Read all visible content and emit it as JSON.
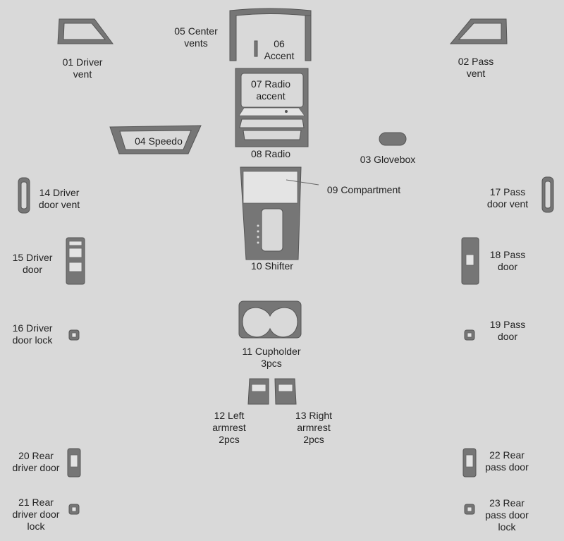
{
  "parts": {
    "p01": {
      "line1": "01 Driver",
      "line2": "vent"
    },
    "p02": {
      "line1": "02 Pass",
      "line2": "vent"
    },
    "p03": {
      "line1": "03 Glovebox"
    },
    "p04": {
      "line1": "04 Speedo"
    },
    "p05": {
      "line1": "05 Center",
      "line2": "vents"
    },
    "p06": {
      "line1": "06",
      "line2": "Accent"
    },
    "p07": {
      "line1": "07 Radio",
      "line2": "accent"
    },
    "p08": {
      "line1": "08 Radio"
    },
    "p09": {
      "line1": "09 Compartment"
    },
    "p10": {
      "line1": "10 Shifter"
    },
    "p11": {
      "line1": "11 Cupholder",
      "line2": "3pcs"
    },
    "p12": {
      "line1": "12 Left",
      "line2": "armrest",
      "line3": "2pcs"
    },
    "p13": {
      "line1": "13 Right",
      "line2": "armrest",
      "line3": "2pcs"
    },
    "p14": {
      "line1": "14 Driver",
      "line2": "door vent"
    },
    "p15": {
      "line1": "15 Driver",
      "line2": "door"
    },
    "p16": {
      "line1": "16 Driver",
      "line2": "door lock"
    },
    "p17": {
      "line1": "17 Pass",
      "line2": "door vent"
    },
    "p18": {
      "line1": "18 Pass",
      "line2": "door"
    },
    "p19": {
      "line1": "19 Pass",
      "line2": "door"
    },
    "p20": {
      "line1": "20 Rear",
      "line2": "driver door"
    },
    "p21": {
      "line1": "21 Rear",
      "line2": "driver door",
      "line3": "lock"
    },
    "p22": {
      "line1": "22 Rear",
      "line2": "pass door"
    },
    "p23": {
      "line1": "23 Rear",
      "line2": "pass door",
      "line3": "lock"
    }
  },
  "colors": {
    "background": "#d9d9d9",
    "part_fill": "#767676",
    "part_stroke": "#555555"
  }
}
